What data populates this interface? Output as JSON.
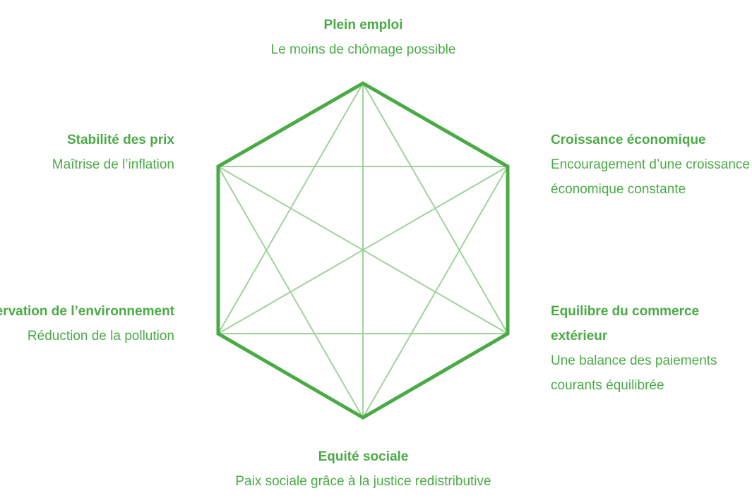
{
  "colors": {
    "outline": "#4aab46",
    "inner_lines": "#9fd39a",
    "text": "#4aab46"
  },
  "goals": [
    {
      "position": "top",
      "title": "Plein emploi",
      "description": "Le moins de chômage possible"
    },
    {
      "position": "top-right",
      "title": "Croissance économique",
      "description": "Encouragement d’une croissance économique constante"
    },
    {
      "position": "bottom-right",
      "title": "Equilibre du commerce extérieur",
      "description": "Une balance des paiements courants équilibrée"
    },
    {
      "position": "bottom",
      "title": "Equité sociale",
      "description": "Paix sociale grâce à la justice redistributive"
    },
    {
      "position": "bottom-left",
      "title": "Préservation de l’environnement",
      "description": "Réduction de la pollution"
    },
    {
      "position": "top-left",
      "title": "Stabilité des prix",
      "description": "Maîtrise de l’inflation"
    }
  ]
}
